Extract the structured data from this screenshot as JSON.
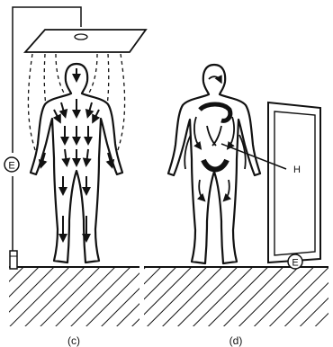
{
  "panels": [
    {
      "id": "c",
      "caption": "(c)",
      "electrode_label": "E"
    },
    {
      "id": "d",
      "caption": "(d)",
      "electrode_label": "E",
      "callout_label": "H"
    }
  ],
  "colors": {
    "ink": "#111111",
    "background": "#ffffff"
  }
}
